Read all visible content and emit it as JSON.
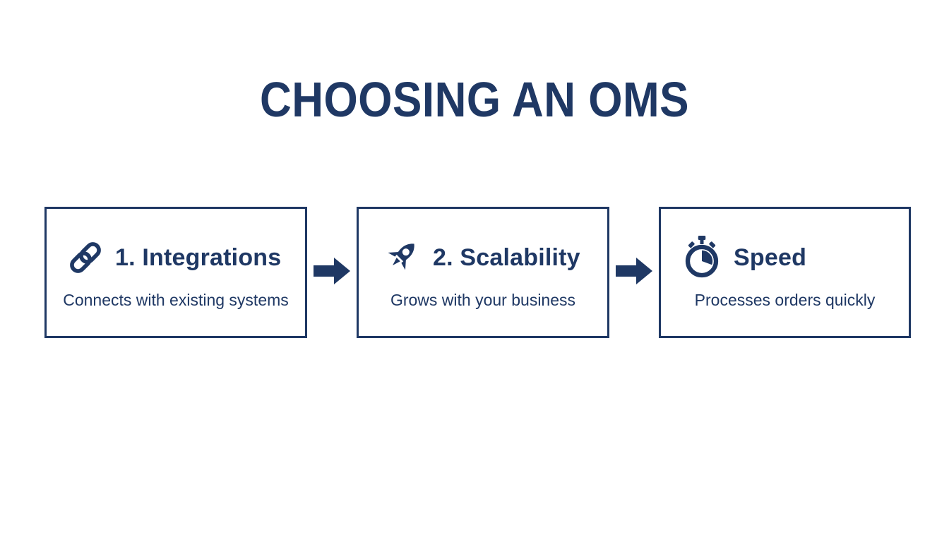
{
  "page": {
    "title": "CHOOSING AN OMS"
  },
  "colors": {
    "navy": "#1f3864",
    "background": "#ffffff"
  },
  "steps": [
    {
      "icon": "link-icon",
      "heading": "1. Integrations",
      "description": "Connects with existing systems"
    },
    {
      "icon": "rocket-icon",
      "heading": "2. Scalability",
      "description": "Grows with your business"
    },
    {
      "icon": "stopwatch-icon",
      "heading": "Speed",
      "description": "Processes orders quickly"
    }
  ],
  "connectors": [
    {
      "icon": "arrow-right-icon",
      "direction": "right"
    },
    {
      "icon": "arrow-right-icon",
      "direction": "right"
    }
  ]
}
